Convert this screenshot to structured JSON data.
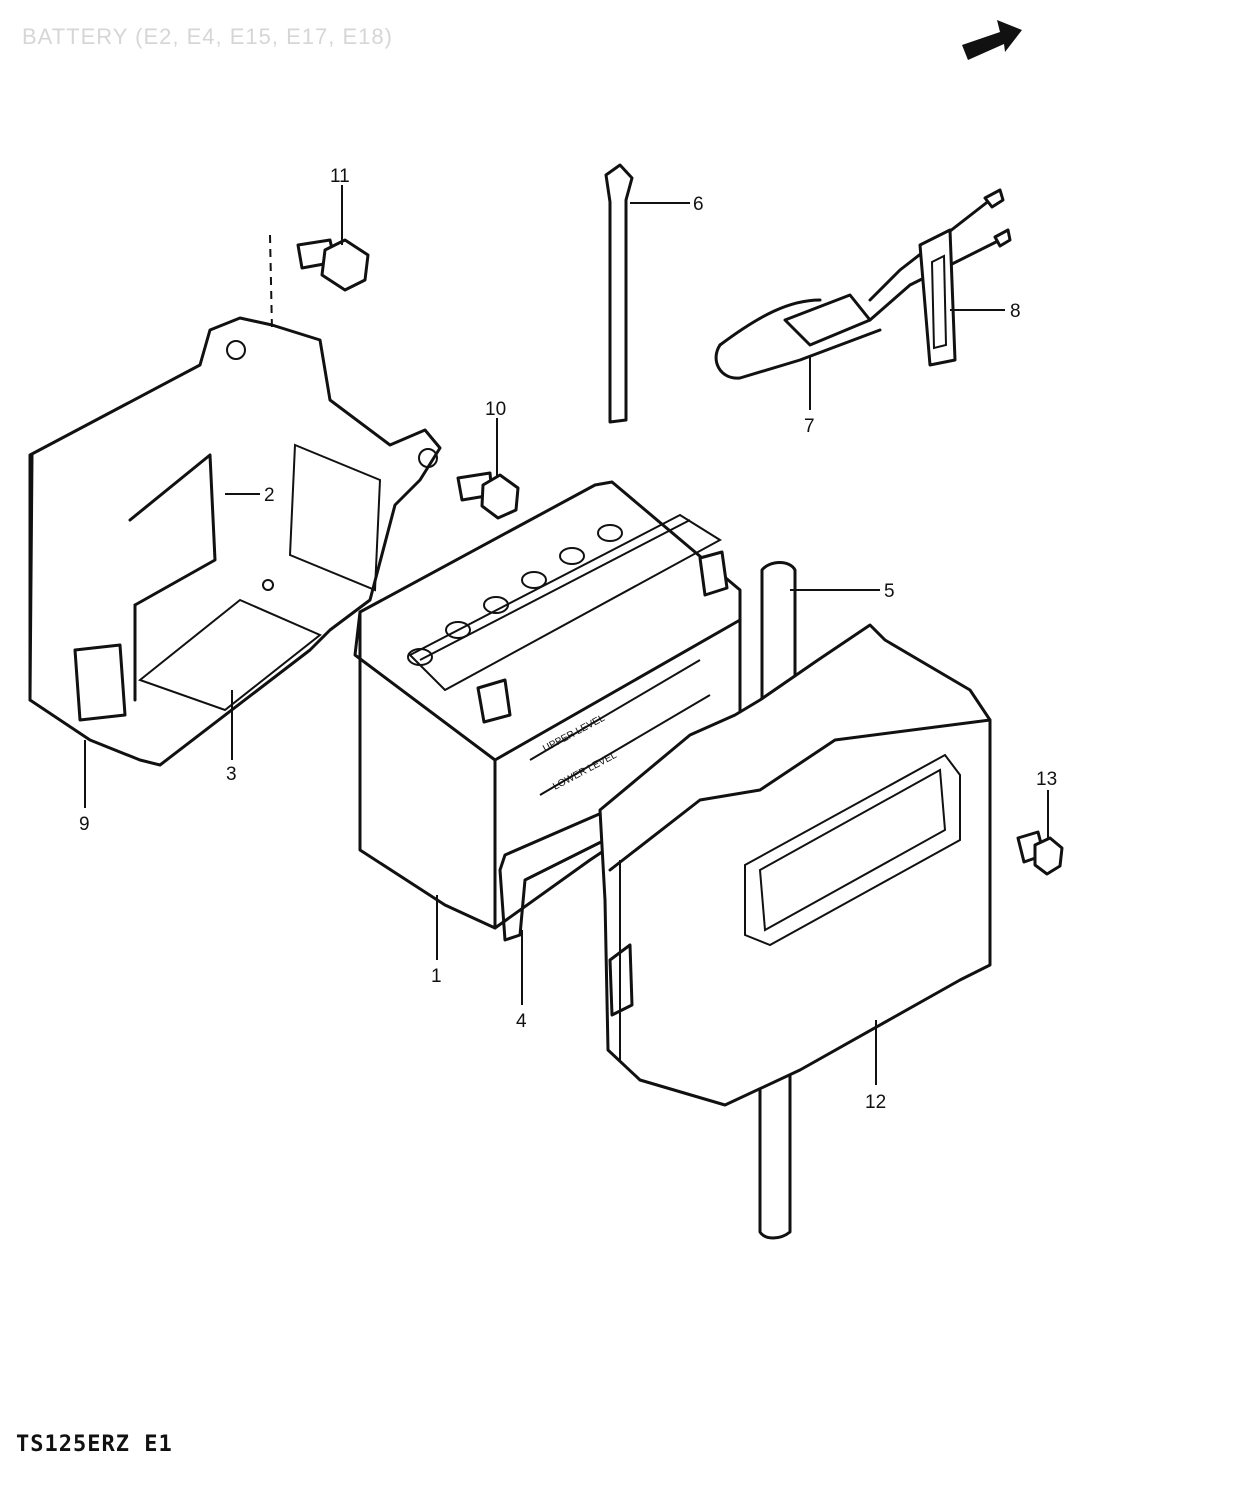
{
  "header": {
    "title": "BATTERY (E2, E4, E15, E17, E18)"
  },
  "footer": {
    "model": "TS125ERZ  E1"
  },
  "colors": {
    "line": "#111111",
    "background": "#ffffff",
    "header_text": "#d6d6d6"
  },
  "icons": {
    "front_arrow": "arrow-right-icon"
  },
  "callouts": [
    {
      "id": "1",
      "part": "battery"
    },
    {
      "id": "2",
      "part": "battery-holder"
    },
    {
      "id": "3",
      "part": "holder-cushion"
    },
    {
      "id": "4",
      "part": "battery-band"
    },
    {
      "id": "5",
      "part": "breather-hose"
    },
    {
      "id": "6",
      "part": "clamp"
    },
    {
      "id": "7",
      "part": "fuse-holder"
    },
    {
      "id": "8",
      "part": "fuse-cover"
    },
    {
      "id": "9",
      "part": "side-bracket"
    },
    {
      "id": "10",
      "part": "bolt"
    },
    {
      "id": "11",
      "part": "bolt"
    },
    {
      "id": "12",
      "part": "battery-cover"
    },
    {
      "id": "13",
      "part": "screw"
    }
  ]
}
